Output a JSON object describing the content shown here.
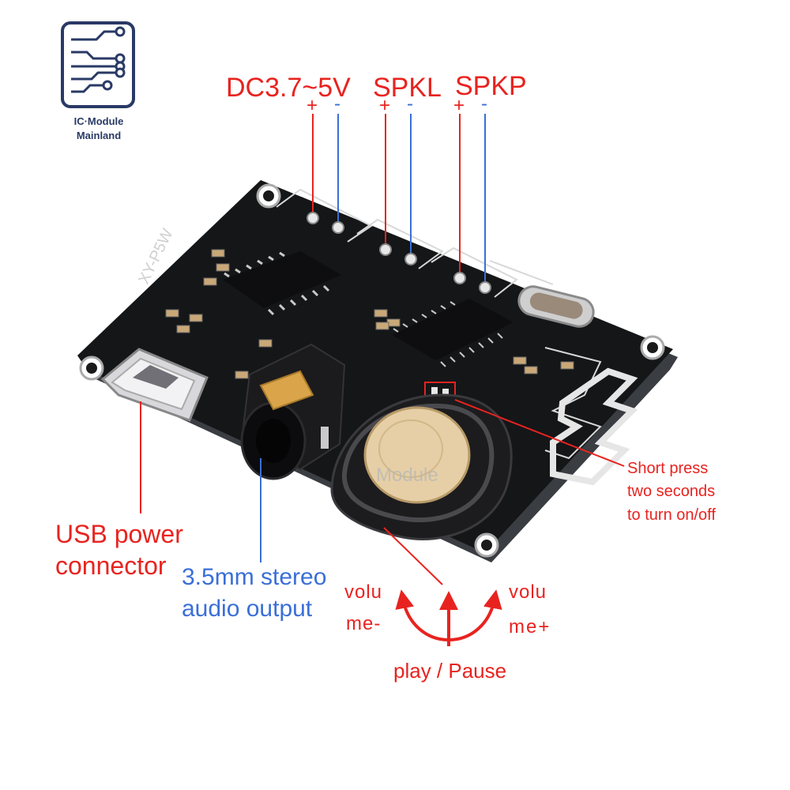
{
  "logo": {
    "line1": "IC·Module",
    "line2": "Mainland"
  },
  "top_labels": {
    "dc": "DC3.7~5V",
    "spkl": "SPKL",
    "spkp": "SPKP",
    "plus": "+",
    "minus": "-"
  },
  "board": {
    "silk_model": "XY-P5W",
    "watermark": "Module"
  },
  "callouts": {
    "usb": {
      "line1": "USB power",
      "line2": "connector"
    },
    "audio": {
      "line1": "3.5mm stereo",
      "line2": "audio output"
    },
    "short_press": {
      "line1": "Short press",
      "line2": "two seconds",
      "line3": "to turn on/off"
    },
    "vol_minus": {
      "line1": "volu",
      "line2": "me-"
    },
    "vol_plus": {
      "line1": "volu",
      "line2": "me+"
    },
    "play": "play / Pause"
  },
  "colors": {
    "positive": "#e8231f",
    "negative": "#3a6fd6",
    "pcb": "#141618",
    "logo": "#2a3a66"
  }
}
